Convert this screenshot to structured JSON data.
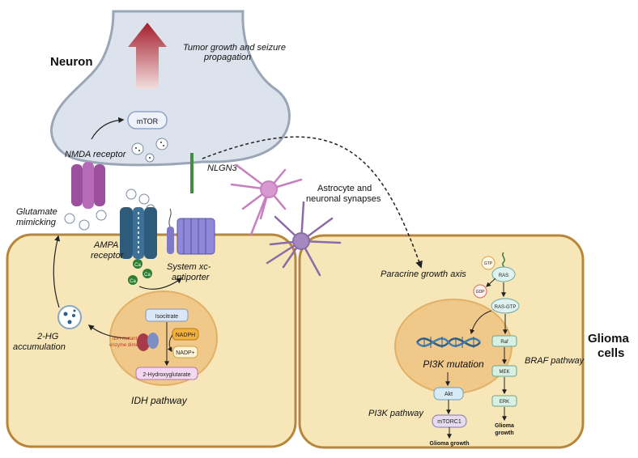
{
  "labels": {
    "neuron": "Neuron",
    "tumor_growth": "Tumor growth and seizure",
    "tumor_growth_2": "propagation",
    "mtor": "mTOR",
    "nmda": "NMDA receptor",
    "nlgn3": "NLGN3",
    "astro_1": "Astrocyte and",
    "astro_2": "neuronal synapses",
    "glut_1": "Glutamate",
    "glut_2": "mimicking",
    "ampa_1": "AMPA",
    "ampa_2": "receptor",
    "ca": "Ca",
    "sysxc_1": "System xc-",
    "sysxc_2": "antiporter",
    "hg_1": "2-HG",
    "hg_2": "accumulation",
    "isocitrate": "Isocitrate",
    "nadph": "NADPH",
    "nadp": "NADP+",
    "idh_mut_1": "IDH mutant",
    "idh_mut_2": "enzyme dimer",
    "hydroxy": "2-Hydroxyglutarate",
    "idh_pathway": "IDH pathway",
    "paracrine": "Paracrine growth axis",
    "gtp": "GTP",
    "gdp": "GDP",
    "ras": "RAS",
    "ras_gtp": "RAS-GTP",
    "raf": "Raf",
    "mek": "MEK",
    "erk": "ERK",
    "braf_pathway": "BRAF pathway",
    "glioma_growth_1": "Glioma",
    "glioma_growth_2": "growth",
    "pi3k_mut": "PI3K mutation",
    "akt": "Akt",
    "mtorc1": "mTORC1",
    "pi3k_pathway": "PI3K pathway",
    "glioma_growth": "Glioma growth",
    "glioma_cells_1": "Glioma",
    "glioma_cells_2": "cells"
  },
  "colors": {
    "neuron_fill": "#dde3ec",
    "neuron_stroke": "#9aa6b6",
    "cell_fill": "#f6e6b8",
    "cell_stroke": "#b8853a",
    "nucleus_fill": "#f0c98a",
    "arrow_red": "#b0303c",
    "astrocyte": "#c77fbf",
    "neuron_cell": "#8b6aa8",
    "nmda": "#9c4f9c",
    "ampa": "#2f5b7a",
    "antiporter": "#8079c9",
    "calcium": "#2e7d32",
    "nlgn3": "#3f8f3f"
  }
}
